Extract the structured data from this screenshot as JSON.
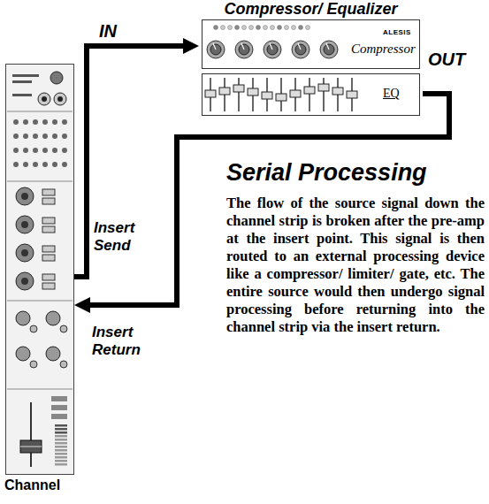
{
  "diagram": {
    "title": "Serial Processing",
    "nodes": [
      {
        "text": [
          "Compressor/ Equalizer"
        ]
      },
      {
        "text": [
          "ALESIS",
          "Compressor"
        ],
        "in": 0
      },
      {
        "text": [
          "EQ"
        ],
        "in": 0
      },
      {
        "text": [
          "Channel"
        ]
      }
    ],
    "edges": [
      {
        "from": 3,
        "to": 0,
        "arrow": "to",
        "label": "Insert Send"
      },
      {
        "from": 0,
        "to": 3,
        "arrow": "to",
        "label": "Insert Return"
      }
    ],
    "labels": [
      "IN",
      "OUT",
      "The flow of the source signal down the channel strip is broken after the pre-amp at the insert point. This signal is then routed to an external processing device like a compressor/ limiter/ gate, etc. The entire source would then undergo signal processing before returning into the channel strip via the insert return."
    ]
  }
}
